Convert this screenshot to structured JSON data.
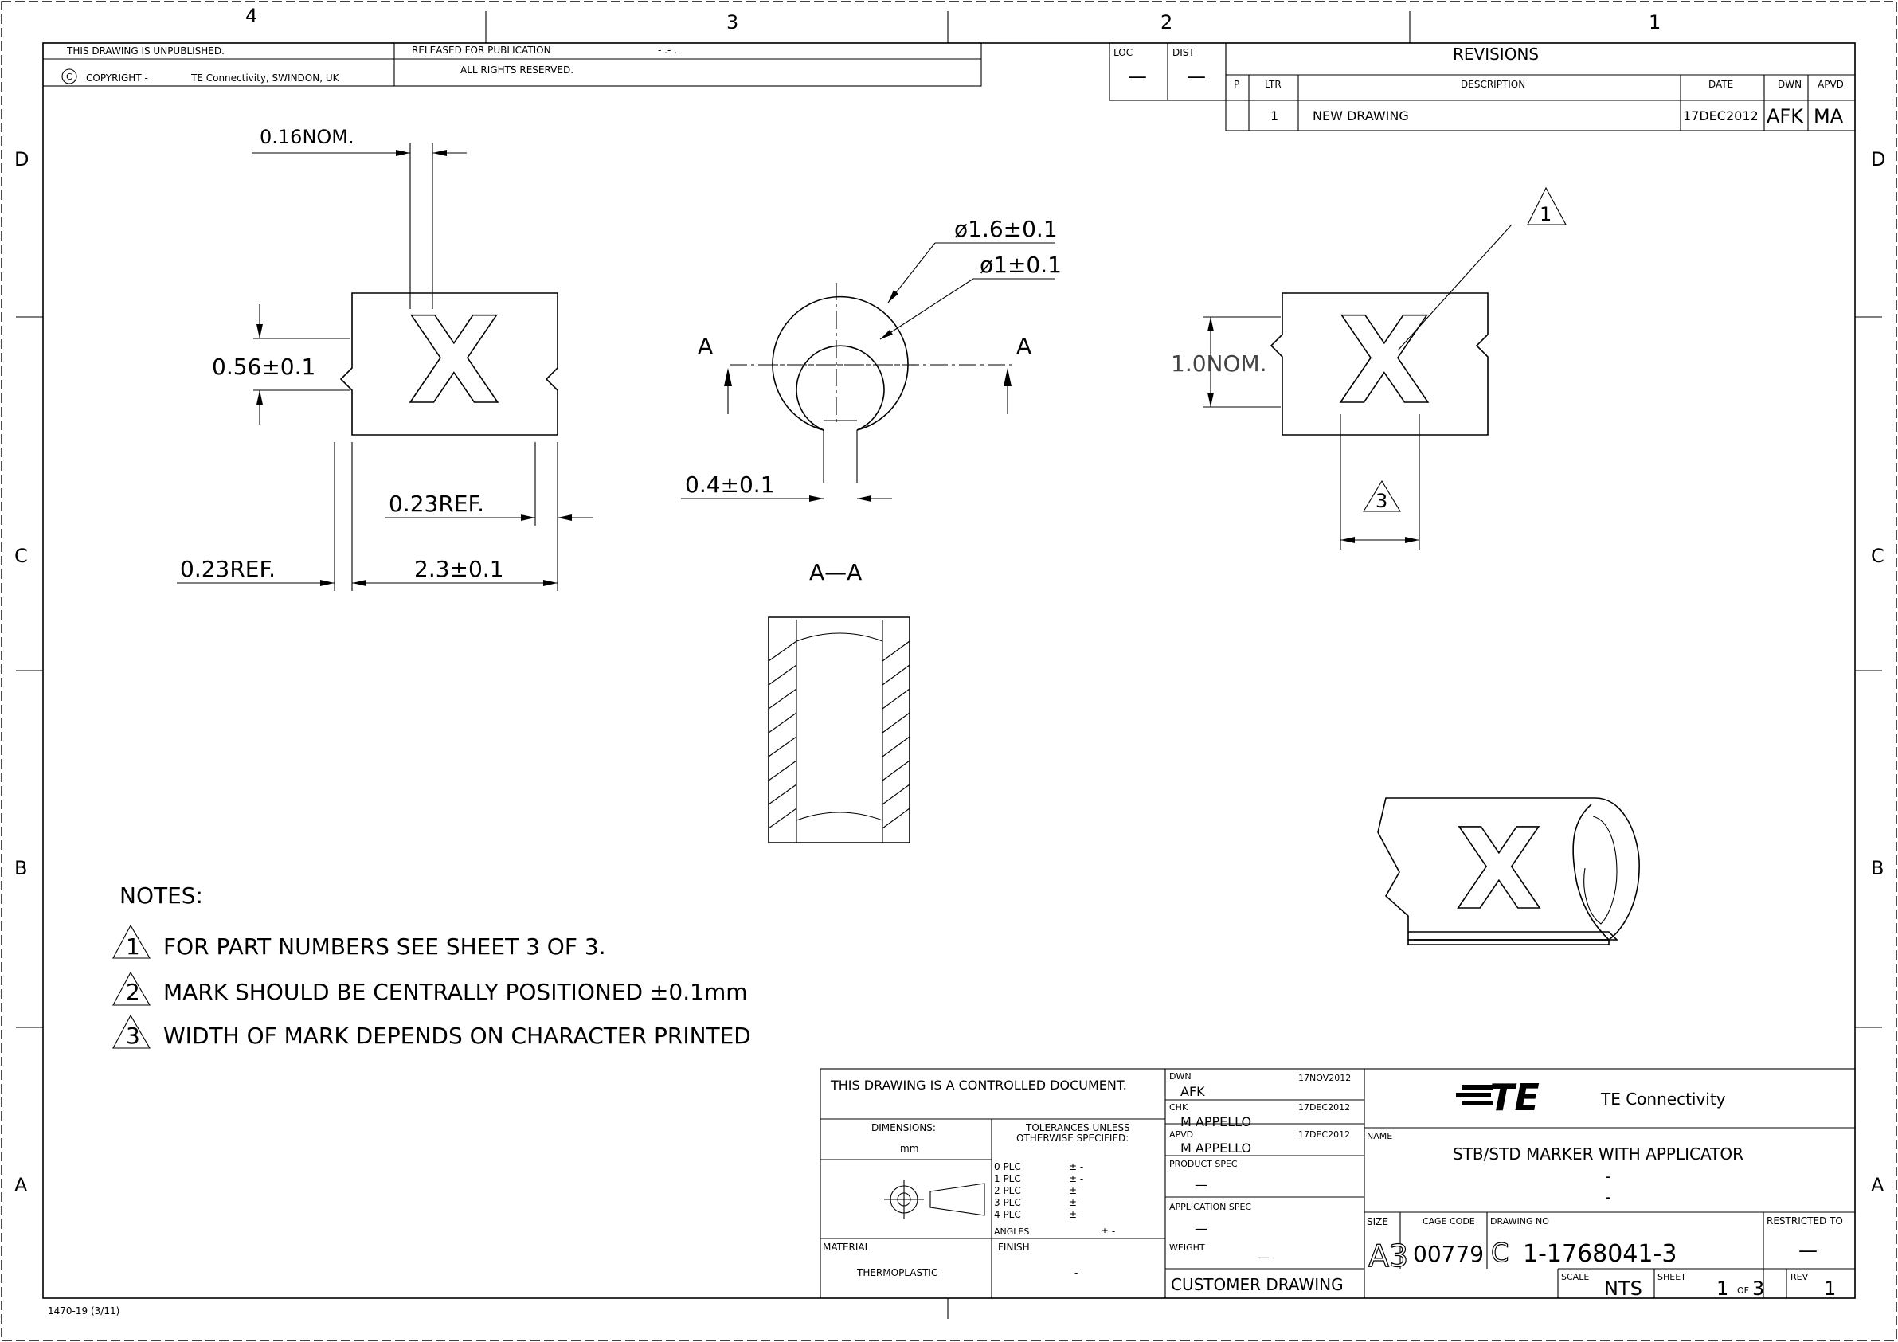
{
  "zones": {
    "columns": [
      "4",
      "3",
      "2",
      "1"
    ],
    "rows": [
      "D",
      "C",
      "B",
      "A"
    ]
  },
  "header": {
    "unpublished": "THIS DRAWING IS UNPUBLISHED.",
    "released": "RELEASED FOR PUBLICATION",
    "released_date": "- .-   .",
    "copyright_label": "COPYRIGHT  -",
    "copyright_holder": "TE Connectivity, SWINDON, UK",
    "rights": "ALL RIGHTS RESERVED.",
    "copyright_symbol": "C"
  },
  "loc_dist": {
    "loc_label": "LOC",
    "loc_value": "—",
    "dist_label": "DIST",
    "dist_value": "—"
  },
  "revisions": {
    "title": "REVISIONS",
    "headers": [
      "P",
      "LTR",
      "DESCRIPTION",
      "DATE",
      "DWN",
      "APVD"
    ],
    "rows": [
      {
        "p": "",
        "ltr": "1",
        "description": "NEW DRAWING",
        "date": "17DEC2012",
        "dwn": "AFK",
        "apvd": "MA"
      }
    ]
  },
  "dimensions": {
    "top_left_nom": "0.16NOM.",
    "height_tol": "0.56±0.1",
    "ref_inner": "0.23REF.",
    "ref_outer": "0.23REF.",
    "width_tol": "2.3±0.1",
    "outer_dia": "ø1.6±0.1",
    "inner_dia": "ø1±0.1",
    "slot_width": "0.4±0.1",
    "height_nom": "1.0NOM.",
    "section_label_left": "A",
    "section_label_right": "A",
    "section_title": "A—A",
    "mark_char": "X"
  },
  "callouts": {
    "note1": "1",
    "note3": "3"
  },
  "notes": {
    "title": "NOTES:",
    "items": [
      {
        "num": "1",
        "text": "FOR PART NUMBERS SEE SHEET 3 OF 3."
      },
      {
        "num": "2",
        "text": "MARK SHOULD BE CENTRALLY POSITIONED ±0.1mm"
      },
      {
        "num": "3",
        "text": "WIDTH OF MARK DEPENDS ON CHARACTER PRINTED"
      }
    ]
  },
  "title_block": {
    "controlled": "THIS DRAWING IS A CONTROLLED DOCUMENT.",
    "dimensions_label": "DIMENSIONS:",
    "dimensions_unit": "mm",
    "tolerances_line1": "TOLERANCES UNLESS",
    "tolerances_line2": "OTHERWISE SPECIFIED:",
    "tolerance_rows": [
      {
        "label": "0  PLC",
        "value": "± -"
      },
      {
        "label": "1  PLC",
        "value": "± -"
      },
      {
        "label": "2  PLC",
        "value": "± -"
      },
      {
        "label": "3  PLC",
        "value": "± -"
      },
      {
        "label": "4  PLC",
        "value": "± -"
      }
    ],
    "angles_label": "ANGLES",
    "angles_value": "± -",
    "material_label": "MATERIAL",
    "material_value": "THERMOPLASTIC",
    "finish_label": "FINISH",
    "finish_value": "-",
    "dwn_label": "DWN",
    "dwn_name": "AFK",
    "dwn_date": "17NOV2012",
    "chk_label": "CHK",
    "chk_name": "M  APPELLO",
    "chk_date": "17DEC2012",
    "apvd_label": "APVD",
    "apvd_name": "M  APPELLO",
    "apvd_date": "17DEC2012",
    "product_spec_label": "PRODUCT SPEC",
    "product_spec_value": "—",
    "application_spec_label": "APPLICATION  SPEC",
    "application_spec_value": "—",
    "weight_label": "WEIGHT",
    "weight_value": "—",
    "customer_drawing": "CUSTOMER  DRAWING",
    "company_logo": "TE",
    "company_name": "TE  Connectivity",
    "name_label": "NAME",
    "name_value": "STB/STD  MARKER  WITH  APPLICATOR",
    "name_line2": "-",
    "name_line3": "-",
    "size_label": "SIZE",
    "size_value": "A3",
    "cage_label": "CAGE CODE",
    "cage_value": "00779",
    "drawing_no_label": "DRAWING NO",
    "drawing_prefix": "C",
    "drawing_no": "1-1768041-3",
    "restricted_label": "RESTRICTED TO",
    "restricted_value": "—",
    "scale_label": "SCALE",
    "scale_value": "NTS",
    "sheet_label": "SHEET",
    "sheet_value": "1",
    "sheet_of": "OF",
    "sheet_total": "3",
    "rev_label": "REV",
    "rev_value": "1"
  },
  "form_number": "1470-19   (3/11)"
}
